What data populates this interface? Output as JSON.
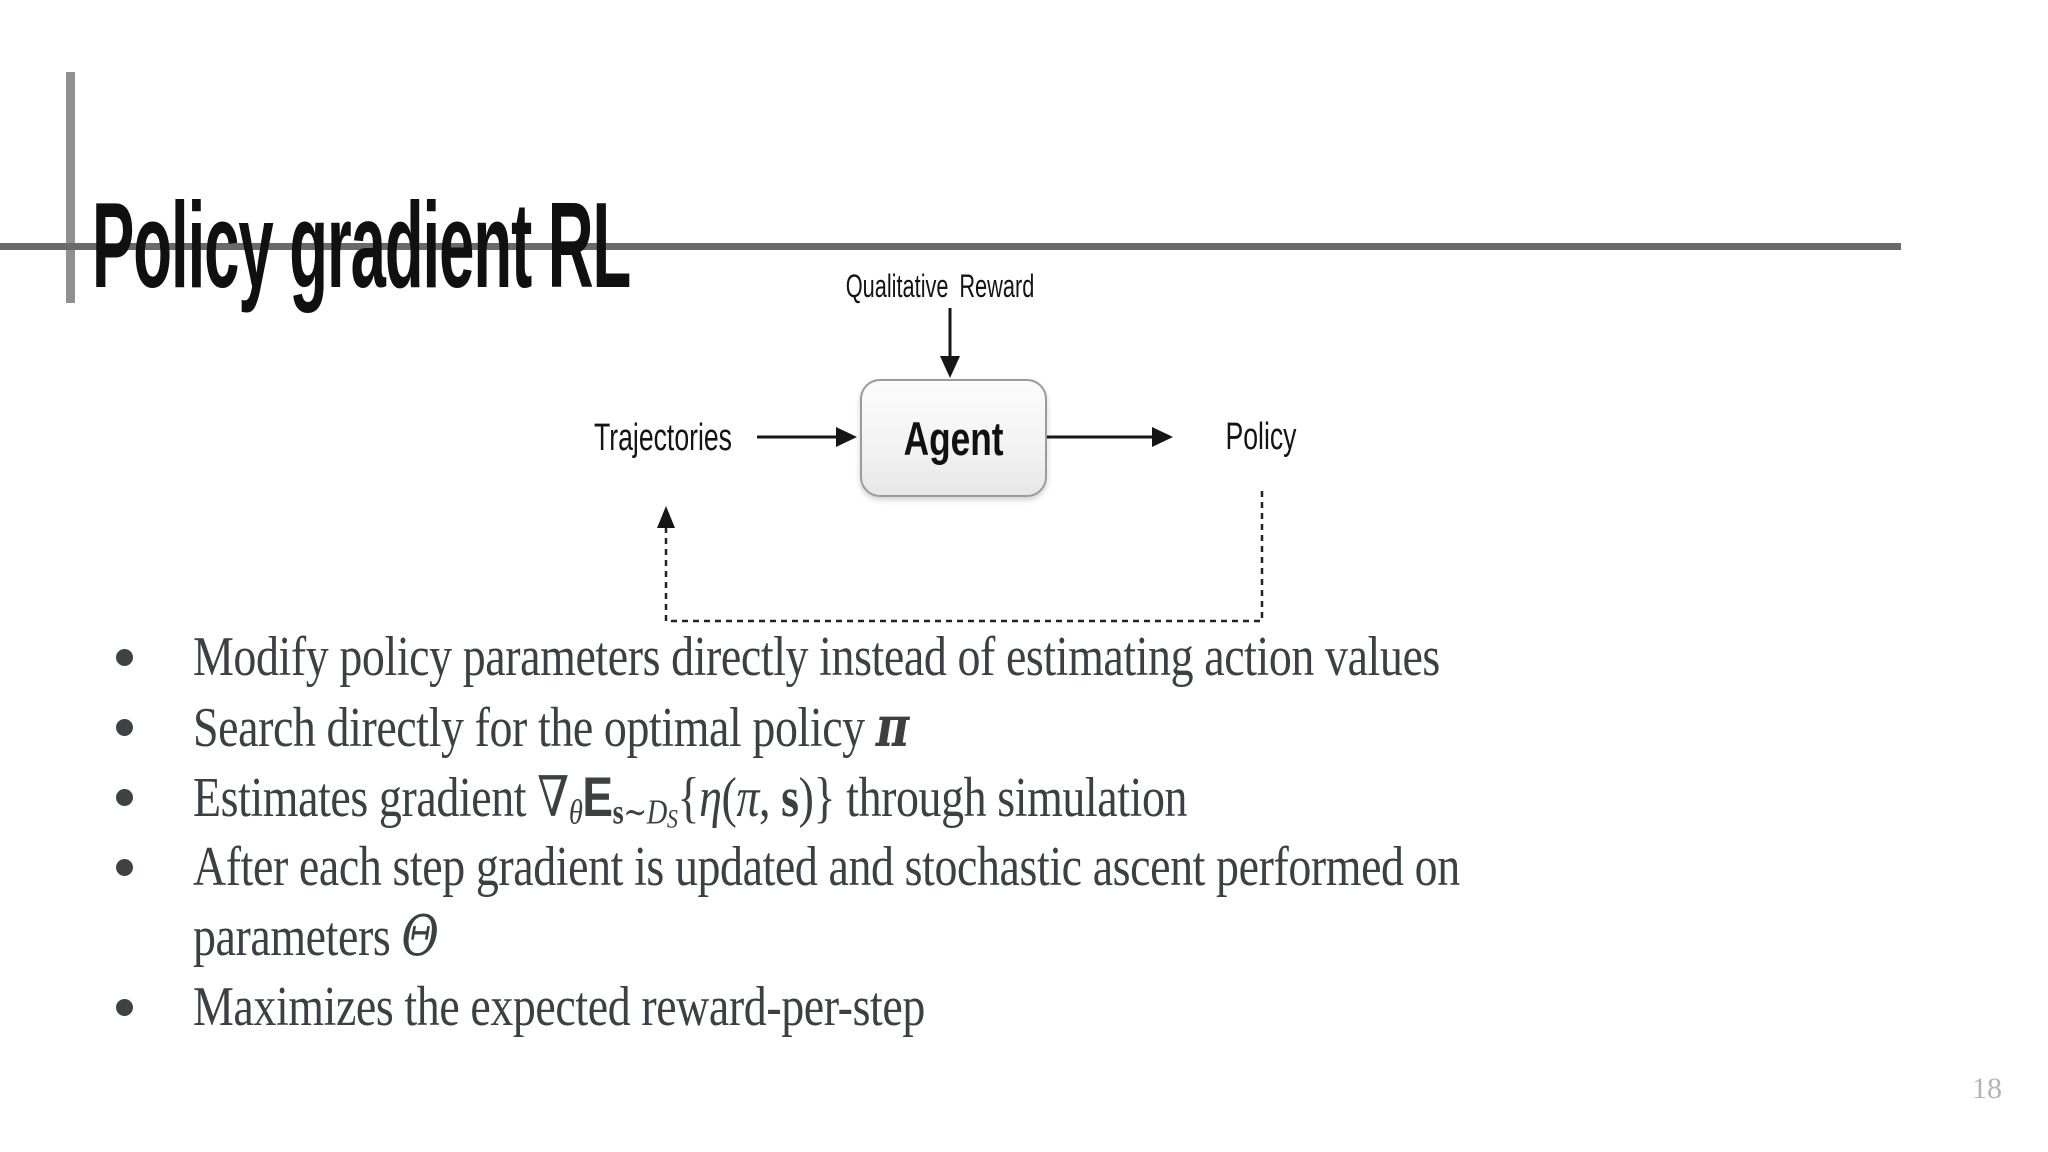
{
  "slide": {
    "title": "Policy gradient RL",
    "page_number": "18"
  },
  "diagram": {
    "reward_label": "Qualitative Reward",
    "trajectories_label": "Trajectories",
    "agent_label": "Agent",
    "policy_label": "Policy"
  },
  "bullets": {
    "b1": "Modify policy parameters directly instead of estimating action values",
    "b2_prefix": "Search directly for the optimal policy ",
    "b2_pi": "π",
    "b3_prefix": "Estimates gradient ",
    "b3_nabla": "∇",
    "b3_theta": "θ",
    "b3_E": "E",
    "b3_s": "s",
    "b3_sim": "∼",
    "b3_D": "D",
    "b3_S": "S",
    "b3_lbrace": "{",
    "b3_eta": "η",
    "b3_lparen": "(",
    "b3_pi": "π",
    "b3_comma": ", ",
    "b3_sbold": "s",
    "b3_rparen": ")",
    "b3_rbrace": "} ",
    "b3_suffix": "through simulation",
    "b4_line1": "After each step gradient is updated and stochastic ascent performed on",
    "b4_line2_prefix": "parameters ",
    "b4_theta": "Θ",
    "b5": "Maximizes the expected reward-per-step"
  },
  "colors": {
    "accent_bar": "#909090",
    "rule": "#6a6a6a",
    "body_text": "#3c4043",
    "page_number": "#b3b3b8"
  }
}
